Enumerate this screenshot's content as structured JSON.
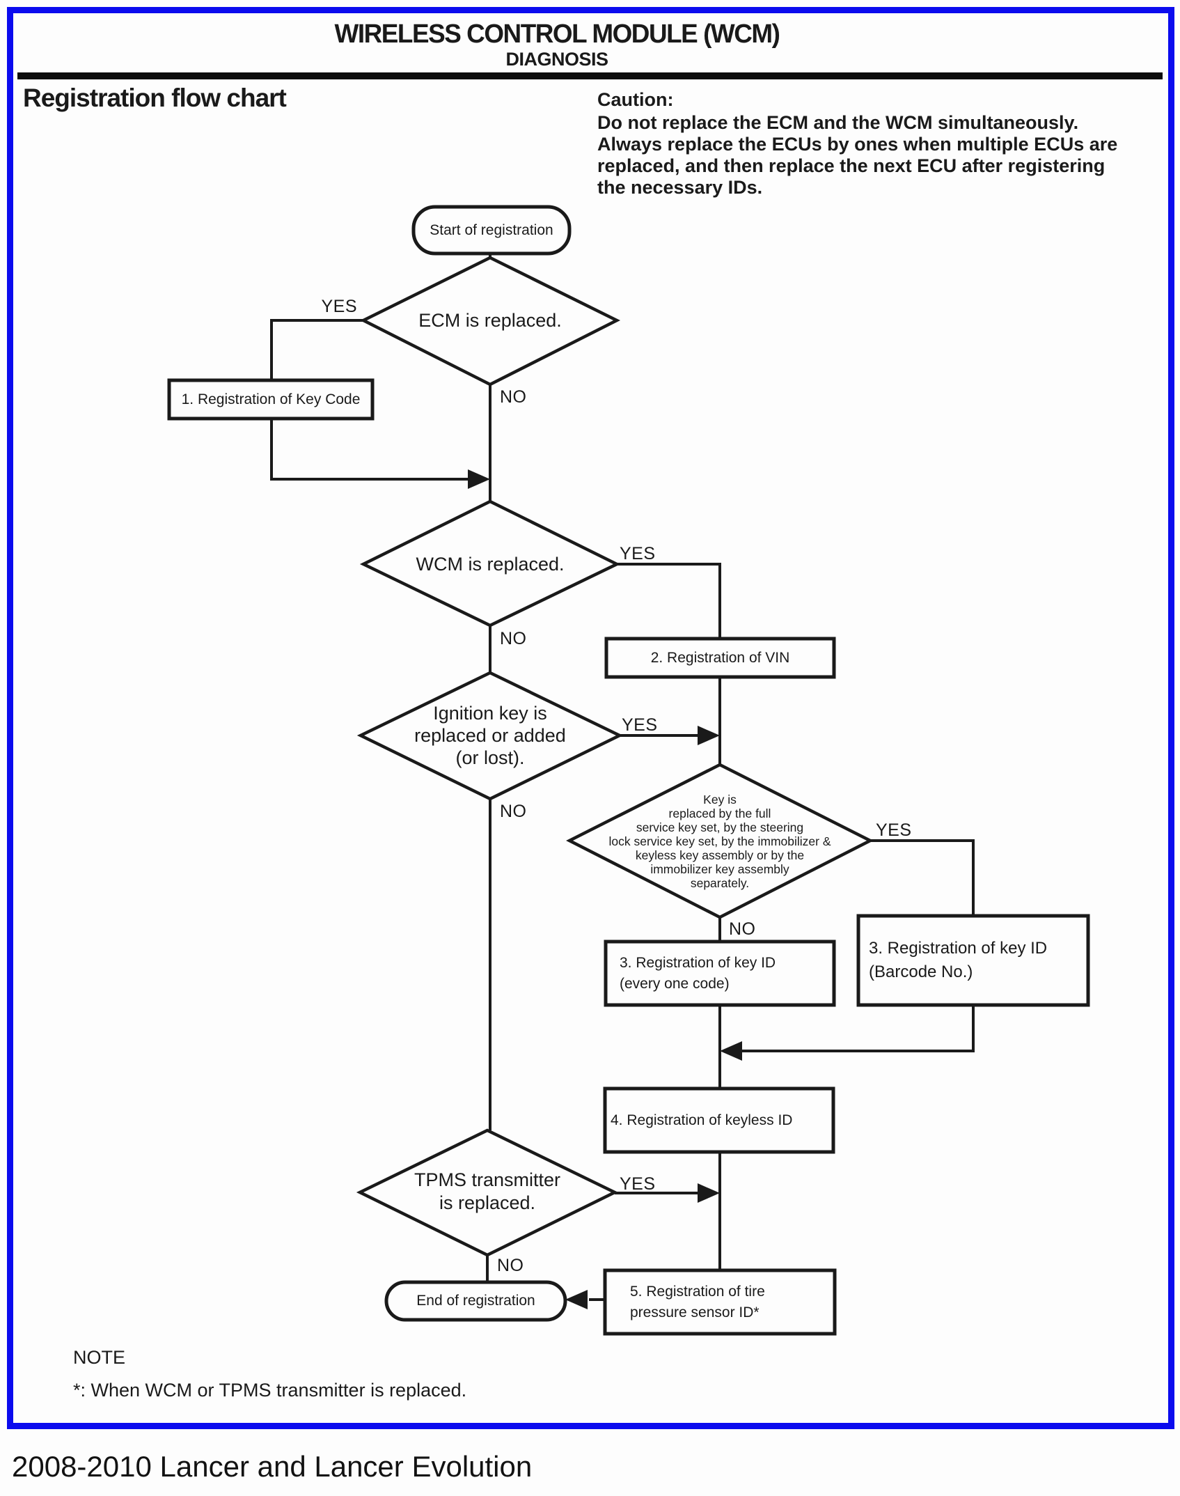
{
  "page": {
    "title_line1": "WIRELESS CONTROL MODULE (WCM)",
    "title_line2": "DIAGNOSIS",
    "section_title": "Registration flow chart",
    "caution_heading": "Caution:",
    "caution_body": "Do not replace the ECM and the WCM simultaneously.\nAlways replace the ECUs by ones when multiple ECUs are\nreplaced, and then replace the next ECU after registering\nthe necessary IDs.",
    "note_heading": "NOTE",
    "note_body": "*: When WCM or TPMS transmitter is replaced.",
    "caption": "2008-2010 Lancer and Lancer Evolution"
  },
  "flowchart": {
    "terminals": {
      "start": "Start of registration",
      "end": "End of registration"
    },
    "decisions": {
      "ecm": "ECM is replaced.",
      "wcm": "WCM is replaced.",
      "ignition": "Ignition key is\nreplaced or added\n(or lost).",
      "key_replaced": "Key is\nreplaced by the full\nservice key set, by the steering\nlock service key set, by the immobilizer &\nkeyless key assembly or by the\nimmobilizer key assembly\nseparately.",
      "tpms": "TPMS transmitter\nis replaced."
    },
    "processes": {
      "step1": "1. Registration of Key Code",
      "step2": "2. Registration of VIN",
      "step3a": "3. Registration of key ID\n(every one code)",
      "step3b": "3. Registration of key ID\n(Barcode No.)",
      "step4": "4. Registration of keyless ID",
      "step5": "5. Registration of tire\npressure sensor ID*"
    },
    "labels": {
      "yes": "YES",
      "no": "NO"
    }
  },
  "colors": {
    "border-blue": "#0b0bee",
    "ink": "#1a1a1a"
  }
}
